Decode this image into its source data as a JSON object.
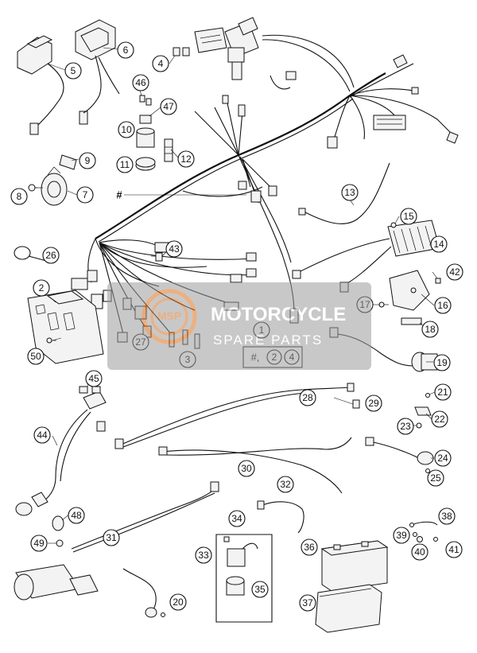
{
  "callouts": {
    "c1": "1",
    "c2": "2",
    "c3": "3",
    "c4": "4",
    "c5": "5",
    "c6": "6",
    "c7": "7",
    "c8": "8",
    "c9": "9",
    "c10": "10",
    "c11": "11",
    "c12": "12",
    "c13": "13",
    "c14": "14",
    "c15": "15",
    "c16": "16",
    "c17": "17",
    "c18": "18",
    "c19": "19",
    "c20": "20",
    "c21": "21",
    "c22": "22",
    "c23": "23",
    "c24": "24",
    "c25": "25",
    "c26": "26",
    "c27": "27",
    "c28": "28",
    "c29": "29",
    "c30": "30",
    "c31": "31",
    "c32": "32",
    "c33": "33",
    "c34": "34",
    "c35": "35",
    "c36": "36",
    "c37": "37",
    "c38": "38",
    "c39": "39",
    "c40": "40",
    "c41": "41",
    "c42": "42",
    "c43": "43",
    "c44": "44",
    "c45": "45",
    "c46": "46",
    "c47": "47",
    "c48": "48",
    "c49": "49",
    "c50": "50"
  },
  "hash_marker": "#",
  "kit_box": {
    "hash": "#,",
    "n1": "2",
    "n2": "4"
  },
  "watermark": {
    "brand": "MOTORCYCLE",
    "sub": "SPARE PARTS",
    "logo_letters": "MSP"
  }
}
